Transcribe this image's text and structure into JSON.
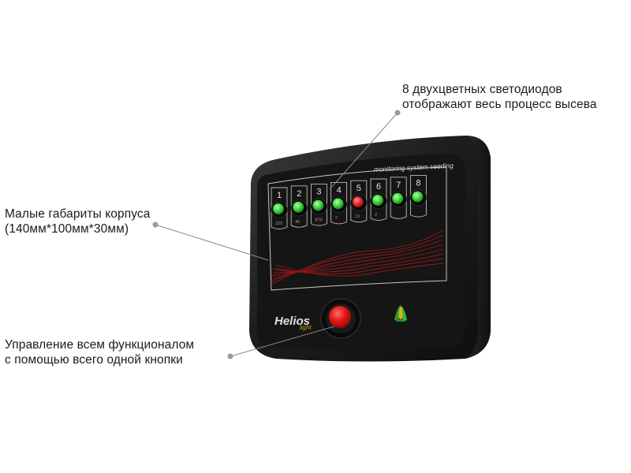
{
  "callouts": {
    "leds_line1": "8 двухцветных светодиодов",
    "leds_line2": "отображают весь процесс высева",
    "size_line1": "Малые габариты корпуса",
    "size_line2": "(140мм*100мм*30мм)",
    "control_line1": "Управление всем функционалом",
    "control_line2": "с помощью всего одной кнопки"
  },
  "device": {
    "panel_title": "monitoring system seeding",
    "brand": "Helios",
    "brand_suffix": "light",
    "channels": [
      {
        "number": "1",
        "sublabel": "220",
        "led_color": "#3ad13a"
      },
      {
        "number": "2",
        "sublabel": "40",
        "led_color": "#3ad13a"
      },
      {
        "number": "3",
        "sublabel": "870",
        "led_color": "#3ad13a"
      },
      {
        "number": "4",
        "sublabel": "7",
        "led_color": "#3ad13a"
      },
      {
        "number": "5",
        "sublabel": "13",
        "led_color": "#e42020"
      },
      {
        "number": "6",
        "sublabel": "2",
        "led_color": "#3ad13a"
      },
      {
        "number": "7",
        "sublabel": "",
        "led_color": "#3ad13a"
      },
      {
        "number": "8",
        "sublabel": "",
        "led_color": "#3ad13a"
      }
    ],
    "main_button_color": "#e01818",
    "icons": [
      "corn-logo-icon"
    ]
  }
}
